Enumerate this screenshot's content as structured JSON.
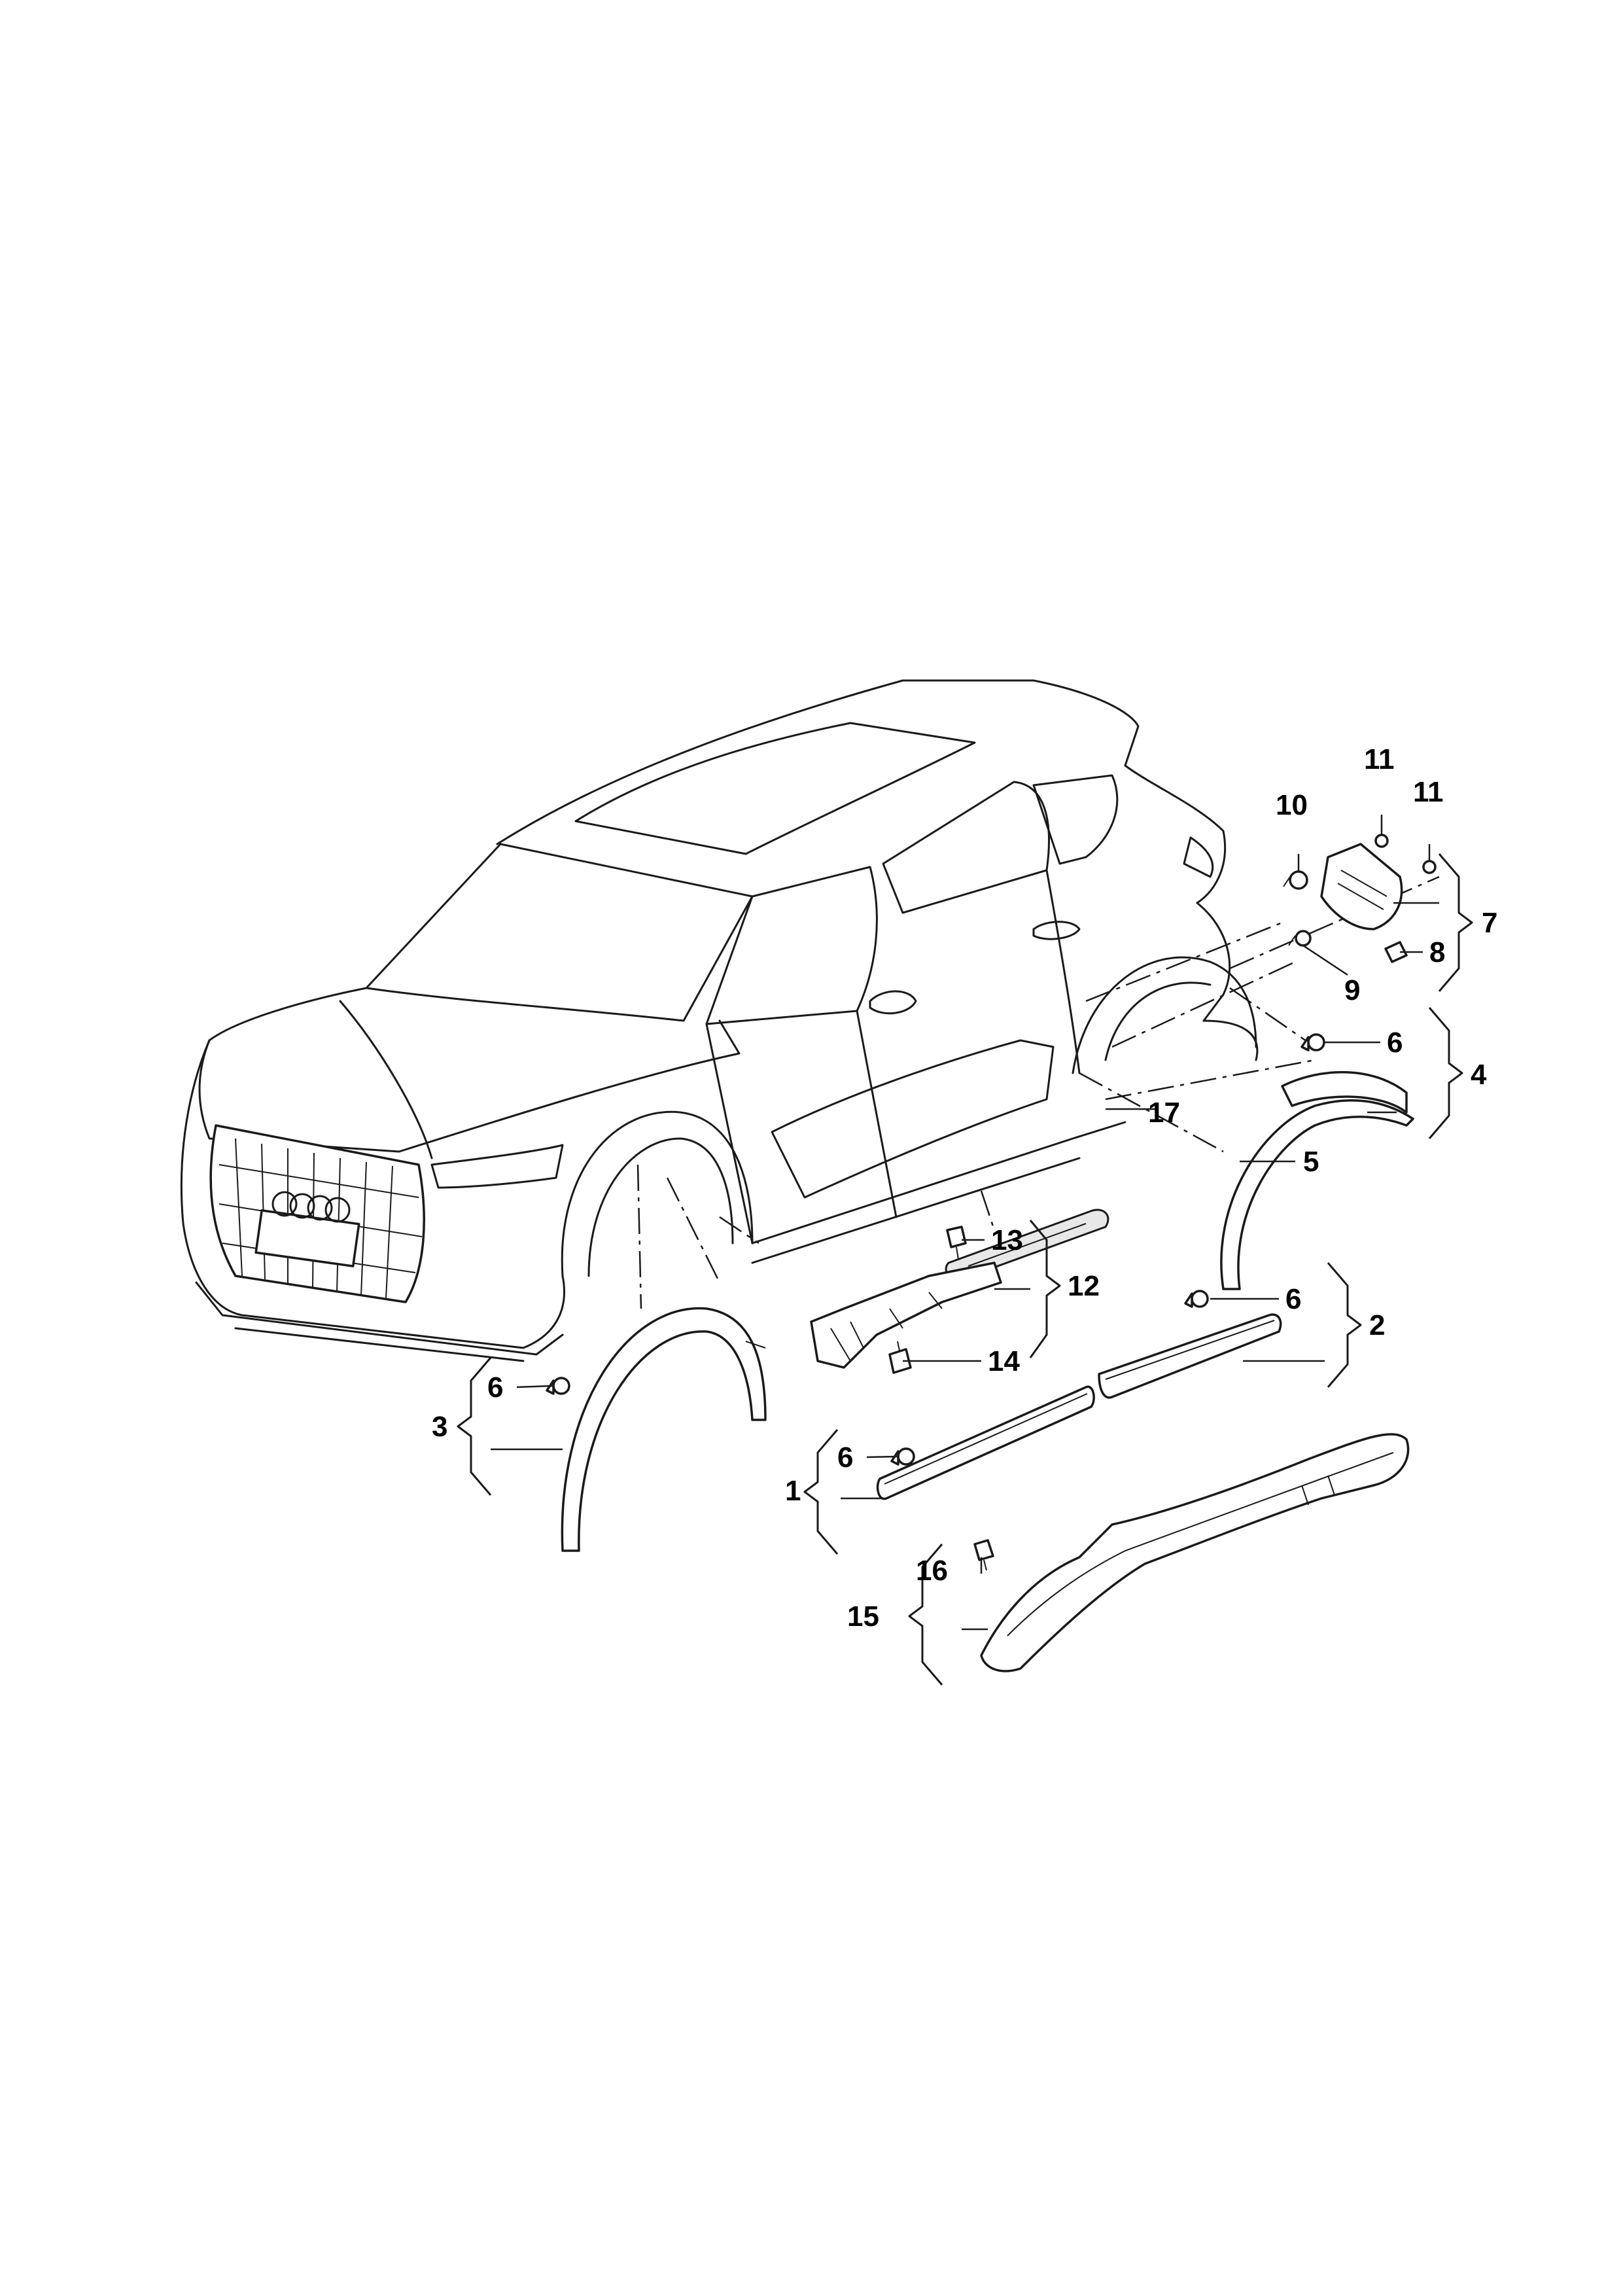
{
  "callouts": {
    "c1": "1",
    "c2": "2",
    "c3": "3",
    "c4": "4",
    "c5": "5",
    "c6a": "6",
    "c6b": "6",
    "c6c": "6",
    "c6d": "6",
    "c7": "7",
    "c8": "8",
    "c9": "9",
    "c10": "10",
    "c11a": "11",
    "c11b": "11",
    "c12": "12",
    "c13": "13",
    "c14": "14",
    "c15": "15",
    "c16": "16",
    "c17": "17"
  }
}
